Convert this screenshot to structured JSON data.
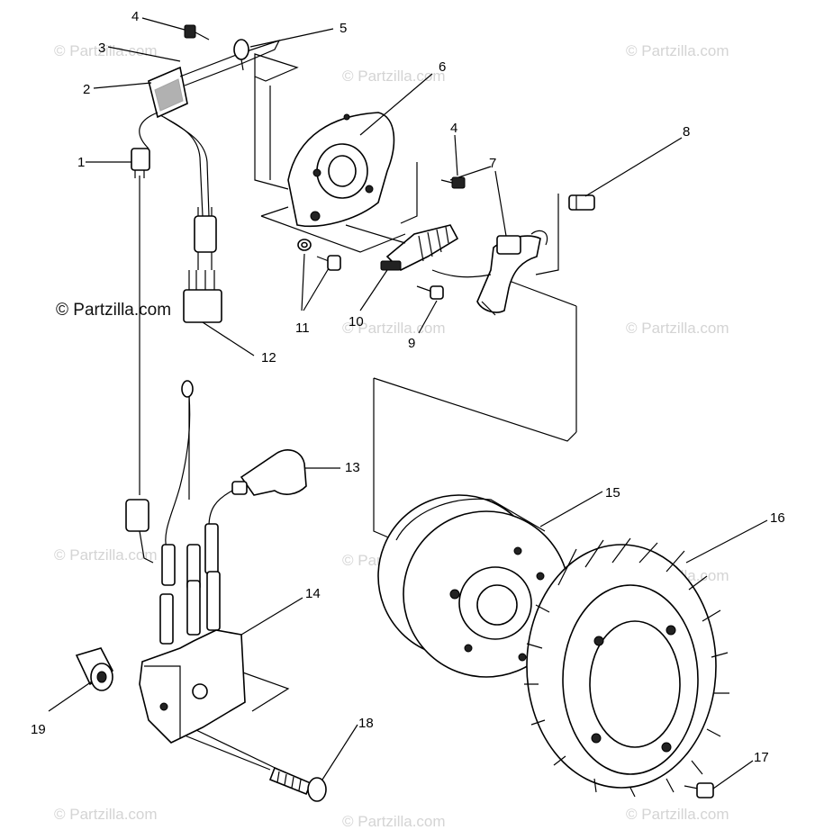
{
  "watermark": {
    "main": "© Partzilla.com",
    "faint": "© Partzilla.com"
  },
  "callouts": {
    "c1": "1",
    "c2": "2",
    "c3": "3",
    "c4a": "4",
    "c4b": "4",
    "c5": "5",
    "c6": "6",
    "c7": "7",
    "c8": "8",
    "c9": "9",
    "c10": "10",
    "c11": "11",
    "c12": "12",
    "c13": "13",
    "c14": "14",
    "c15": "15",
    "c16": "16",
    "c17": "17",
    "c18": "18",
    "c19": "19"
  }
}
